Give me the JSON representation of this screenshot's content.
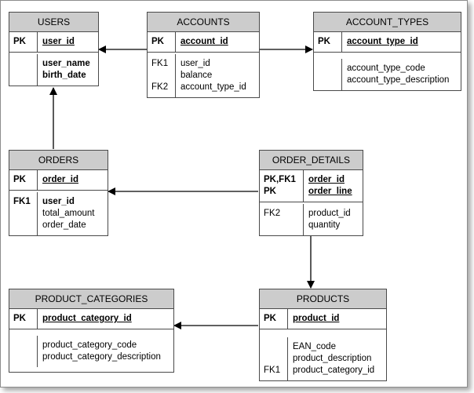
{
  "entities": {
    "users": {
      "name": "USERS",
      "pk_keys": [
        "PK"
      ],
      "pk_fields": [
        "user_id"
      ],
      "attr_keys": [
        "",
        ""
      ],
      "attr_fields": [
        "user_name",
        "birth_date"
      ]
    },
    "accounts": {
      "name": "ACCOUNTS",
      "pk_keys": [
        "PK"
      ],
      "pk_fields": [
        "account_id"
      ],
      "attr_keys": [
        "FK1",
        "",
        "FK2"
      ],
      "attr_fields": [
        "user_id",
        "balance",
        "account_type_id"
      ]
    },
    "account_types": {
      "name": "ACCOUNT_TYPES",
      "pk_keys": [
        "PK"
      ],
      "pk_fields": [
        "account_type_id"
      ],
      "attr_keys": [
        "",
        ""
      ],
      "attr_fields": [
        "account_type_code",
        "account_type_description"
      ]
    },
    "orders": {
      "name": "ORDERS",
      "pk_keys": [
        "PK"
      ],
      "pk_fields": [
        "order_id"
      ],
      "attr_keys": [
        "FK1",
        "",
        ""
      ],
      "attr_fields": [
        "user_id",
        "total_amount",
        "order_date"
      ]
    },
    "order_details": {
      "name": "ORDER_DETAILS",
      "pk_keys": [
        "PK,FK1",
        "PK"
      ],
      "pk_fields": [
        "order_id",
        "order_line"
      ],
      "attr_keys": [
        "FK2",
        ""
      ],
      "attr_fields": [
        "product_id",
        "quantity"
      ]
    },
    "product_categories": {
      "name": "PRODUCT_CATEGORIES",
      "pk_keys": [
        "PK"
      ],
      "pk_fields": [
        "product_category_id"
      ],
      "attr_keys": [
        "",
        ""
      ],
      "attr_fields": [
        "product_category_code",
        "product_category_description"
      ]
    },
    "products": {
      "name": "PRODUCTS",
      "pk_keys": [
        "PK"
      ],
      "pk_fields": [
        "product_id"
      ],
      "attr_keys": [
        "",
        "",
        "FK1"
      ],
      "attr_fields": [
        "EAN_code",
        "product_description",
        "product_category_id"
      ]
    }
  },
  "relationships": [
    {
      "from": "ACCOUNTS",
      "to": "USERS"
    },
    {
      "from": "ACCOUNTS",
      "to": "ACCOUNT_TYPES"
    },
    {
      "from": "ORDERS",
      "to": "USERS"
    },
    {
      "from": "ORDER_DETAILS",
      "to": "ORDERS"
    },
    {
      "from": "ORDER_DETAILS",
      "to": "PRODUCTS"
    },
    {
      "from": "PRODUCTS",
      "to": "PRODUCT_CATEGORIES"
    }
  ],
  "colors": {
    "header_fill": "#cccccc",
    "border": "#4a4a4a",
    "line": "#000000"
  }
}
